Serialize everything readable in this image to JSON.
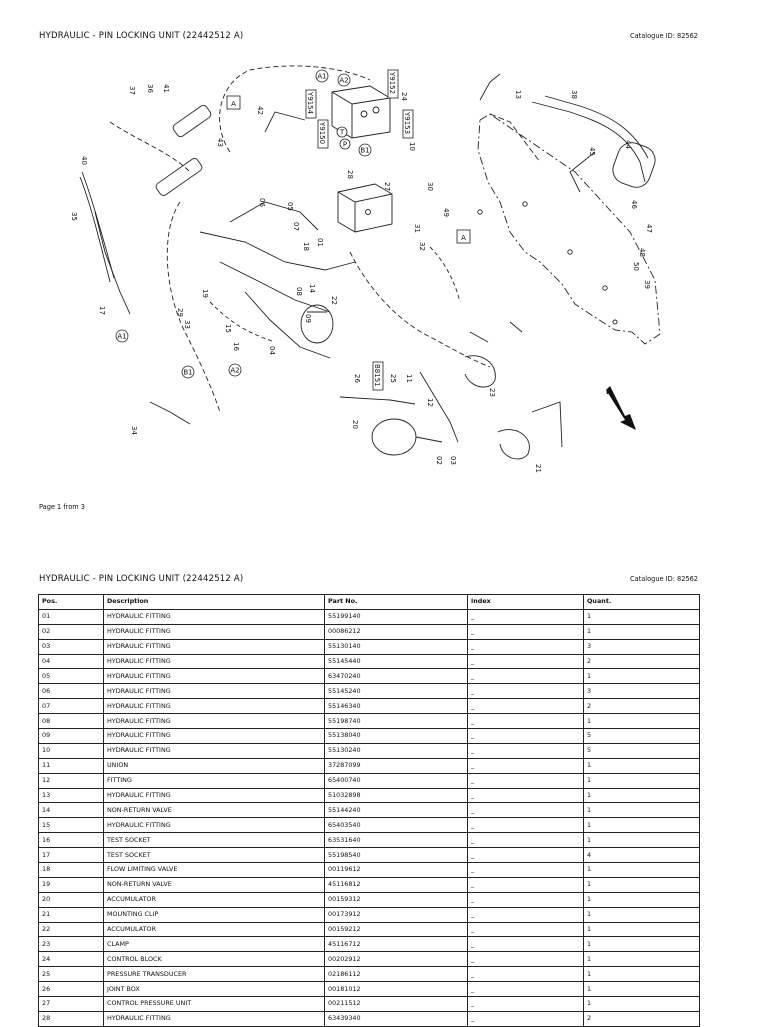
{
  "page1": {
    "title": "HYDRAULIC - PIN LOCKING UNIT (22442512 A)",
    "catalogue": "Catalogue ID: 82562",
    "footer": "Page 1 from 3"
  },
  "diagram": {
    "callouts": [
      "01",
      "02",
      "03",
      "04",
      "05",
      "06",
      "07",
      "08",
      "09",
      "10",
      "11",
      "12",
      "13",
      "14",
      "15",
      "16",
      "17",
      "18",
      "19",
      "20",
      "21",
      "22",
      "23",
      "24",
      "25",
      "26",
      "27",
      "28",
      "29",
      "30",
      "31",
      "32",
      "33",
      "34",
      "35",
      "36",
      "37",
      "38",
      "39",
      "40",
      "41",
      "42",
      "43",
      "44",
      "45",
      "46",
      "47",
      "48",
      "49",
      "50"
    ],
    "boxed_labels": [
      "A",
      "Y9154",
      "Y9152",
      "Y9150",
      "Y9153",
      "B8151"
    ],
    "circle_labels": [
      "A1",
      "A2",
      "B1",
      "T",
      "P"
    ],
    "direction_label": "F"
  },
  "page2": {
    "title": "HYDRAULIC - PIN LOCKING UNIT (22442512 A)",
    "catalogue": "Catalogue ID: 82562",
    "table": {
      "headers": [
        "Pos.",
        "Description",
        "Part No.",
        "index",
        "Quant."
      ],
      "rows": [
        [
          "01",
          "HYDRAULIC FITTING",
          "55199140",
          "_",
          "1"
        ],
        [
          "02",
          "HYDRAULIC FITTING",
          "00086212",
          "_",
          "1"
        ],
        [
          "03",
          "HYDRAULIC FITTING",
          "55130140",
          "_",
          "3"
        ],
        [
          "04",
          "HYDRAULIC FITTING",
          "55145440",
          "_",
          "2"
        ],
        [
          "05",
          "HYDRAULIC FITTING",
          "63470240",
          "_",
          "1"
        ],
        [
          "06",
          "HYDRAULIC FITTING",
          "55145240",
          "_",
          "3"
        ],
        [
          "07",
          "HYDRAULIC FITTING",
          "55146340",
          "_",
          "2"
        ],
        [
          "08",
          "HYDRAULIC FITTING",
          "55198740",
          "_",
          "1"
        ],
        [
          "09",
          "HYDRAULIC FITTING",
          "55138040",
          "_",
          "5"
        ],
        [
          "10",
          "HYDRAULIC FITTING",
          "55130240",
          "_",
          "5"
        ],
        [
          "11",
          "UNION",
          "37287099",
          "_",
          "1"
        ],
        [
          "12",
          "FITTING",
          "65400740",
          "_",
          "1"
        ],
        [
          "13",
          "HYDRAULIC FITTING",
          "51032898",
          "_",
          "1"
        ],
        [
          "14",
          "NON-RETURN VALVE",
          "55144240",
          "_",
          "1"
        ],
        [
          "15",
          "HYDRAULIC FITTING",
          "65403540",
          "_",
          "1"
        ],
        [
          "16",
          "TEST SOCKET",
          "63531640",
          "_",
          "1"
        ],
        [
          "17",
          "TEST SOCKET",
          "55198540",
          "_",
          "4"
        ],
        [
          "18",
          "FLOW LIMITING VALVE",
          "00119612",
          "_",
          "1"
        ],
        [
          "19",
          "NON-RETURN VALVE",
          "45116812",
          "_",
          "1"
        ],
        [
          "20",
          "ACCUMULATOR",
          "00159312",
          "_",
          "1"
        ],
        [
          "21",
          "MOUNTING CLIP",
          "00173912",
          "_",
          "1"
        ],
        [
          "22",
          "ACCUMULATOR",
          "00159212",
          "_",
          "1"
        ],
        [
          "23",
          "CLAMP",
          "45116712",
          "_",
          "1"
        ],
        [
          "24",
          "CONTROL BLOCK",
          "00202912",
          "_",
          "1"
        ],
        [
          "25",
          "PRESSURE TRANSDUCER",
          "02186112",
          "_",
          "1"
        ],
        [
          "26",
          "JOINT BOX",
          "00181012",
          "_",
          "1"
        ],
        [
          "27",
          "CONTROL PRESSURE UNIT",
          "00211512",
          "_",
          "1"
        ],
        [
          "28",
          "HYDRAULIC FITTING",
          "63439340",
          "_",
          "2"
        ]
      ]
    }
  }
}
